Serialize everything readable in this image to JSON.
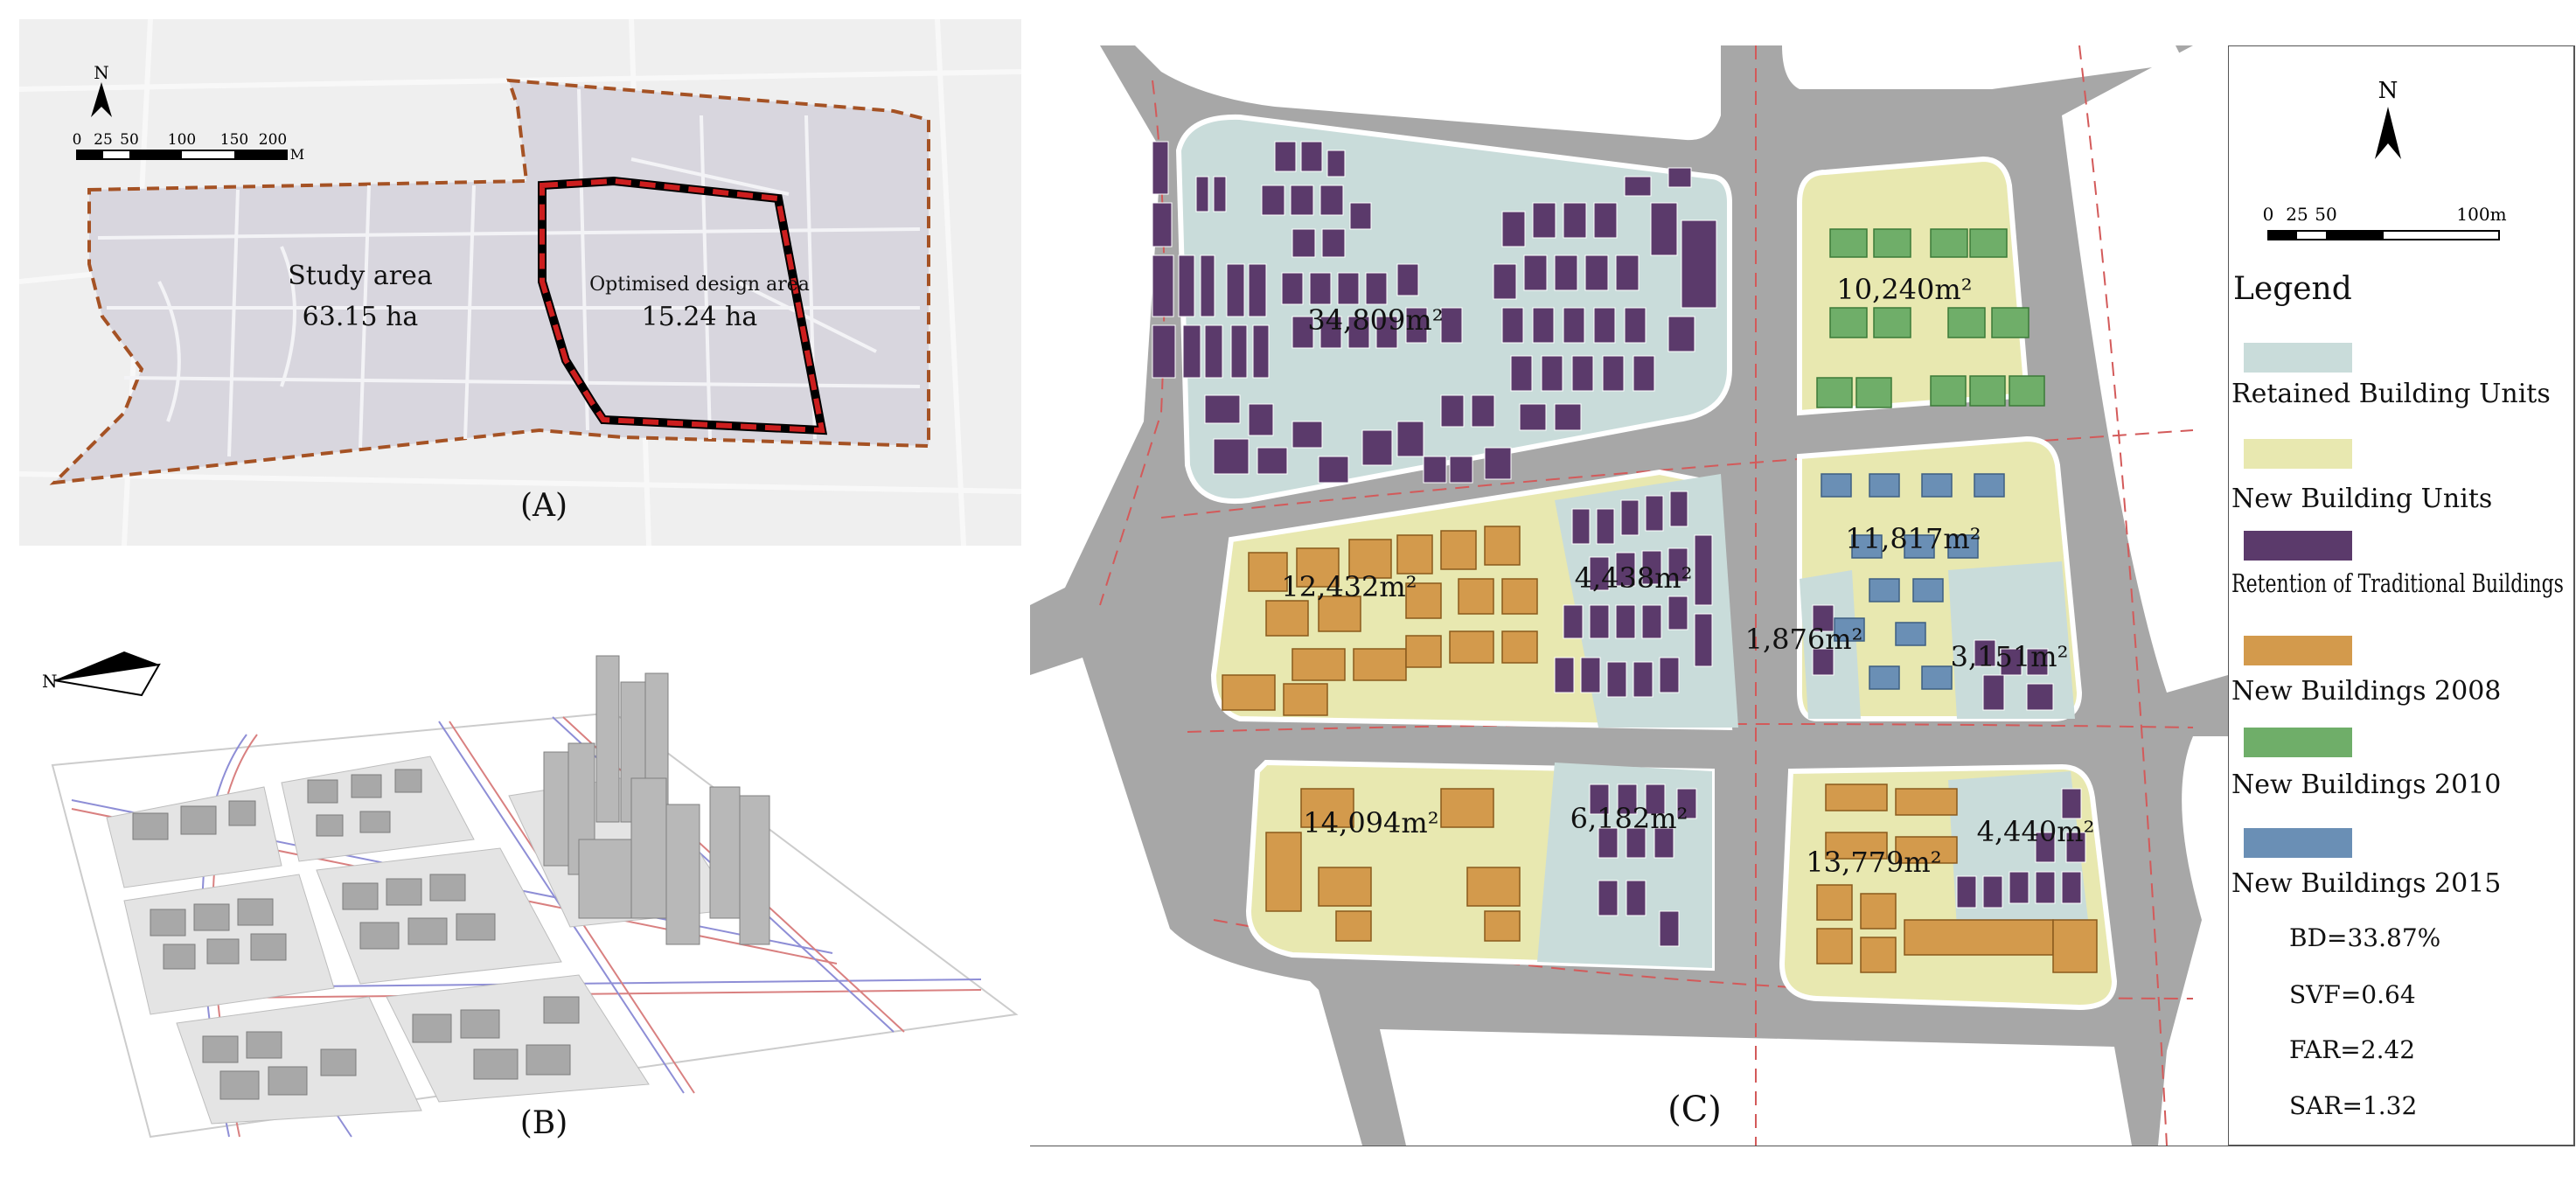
{
  "panel_a": {
    "caption": "(A)",
    "study_area_label": "Study area",
    "study_area_value": "63.15 ha",
    "design_area_label": "Optimised design area",
    "design_area_value": "15.24 ha",
    "north_label": "N",
    "scale_ticks": [
      "0",
      "25",
      "50",
      "100",
      "150",
      "200"
    ],
    "scale_unit": "M"
  },
  "panel_b": {
    "caption": "(B)",
    "north_label": "N"
  },
  "panel_c": {
    "caption": "(C)",
    "block_areas": [
      "34,809m²",
      "10,240m²",
      "12,432m²",
      "4,438m²",
      "11,817m²",
      "1,876m²",
      "3,151m²",
      "14,094m²",
      "6,182m²",
      "13,779m²",
      "4,440m²"
    ],
    "north_label": "N",
    "scale_ticks": [
      "0",
      "25",
      "50",
      "100m"
    ],
    "legend_title": "Legend",
    "legend_items": [
      {
        "label": "Retained Building Units",
        "color": "#c9dcda"
      },
      {
        "label": "New Building Units",
        "color": "#e8e8b0"
      },
      {
        "label": "Retention of Traditional Buildings",
        "color": "#5b3a6b"
      },
      {
        "label": "New Buildings 2008",
        "color": "#d39a4c"
      },
      {
        "label": "New Buildings 2010",
        "color": "#6fae69"
      },
      {
        "label": "New Buildings 2015",
        "color": "#6a8fb5"
      }
    ],
    "metrics": [
      "BD=33.87%",
      "SVF=0.64",
      "FAR=2.42",
      "SAR=1.32"
    ]
  }
}
